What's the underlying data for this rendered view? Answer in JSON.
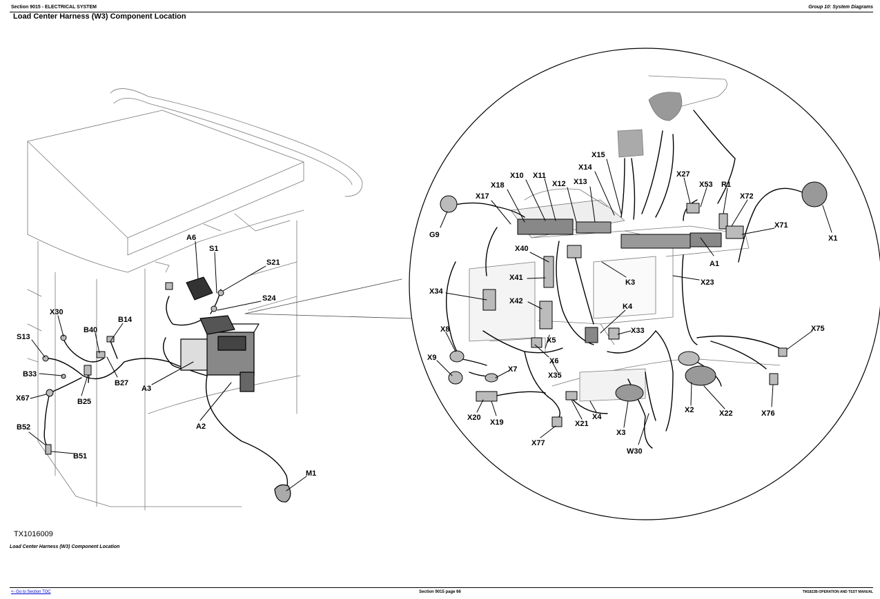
{
  "header": {
    "section": "Section 9015 - ELECTRICAL SYSTEM",
    "group": "Group 10: System Diagrams"
  },
  "title": "Load Center Harness (W3) Component Location",
  "figure": {
    "id": "TX1016009",
    "caption": "Load Center Harness (W3) Component Location",
    "labels": [
      "A6",
      "S1",
      "S21",
      "S24",
      "X30",
      "B14",
      "S13",
      "B40",
      "B33",
      "B27",
      "A3",
      "B25",
      "X67",
      "A2",
      "B52",
      "B51",
      "M1",
      "X15",
      "X14",
      "X10",
      "X11",
      "X12",
      "X13",
      "X18",
      "X17",
      "G9",
      "X27",
      "X53",
      "R1",
      "X72",
      "X71",
      "X1",
      "X40",
      "A1",
      "X41",
      "K3",
      "X23",
      "X34",
      "X42",
      "K4",
      "X33",
      "X8",
      "X5",
      "X75",
      "X6",
      "X9",
      "X7",
      "X35",
      "X2",
      "X22",
      "X20",
      "X19",
      "X21",
      "X4",
      "X76",
      "X77",
      "X3",
      "W30"
    ]
  },
  "footer": {
    "toc_link": "<- Go to Section TOC",
    "page": "Section 9015 page 66",
    "manual": "TM1822B-OPERATION AND TEST MANUAL"
  }
}
